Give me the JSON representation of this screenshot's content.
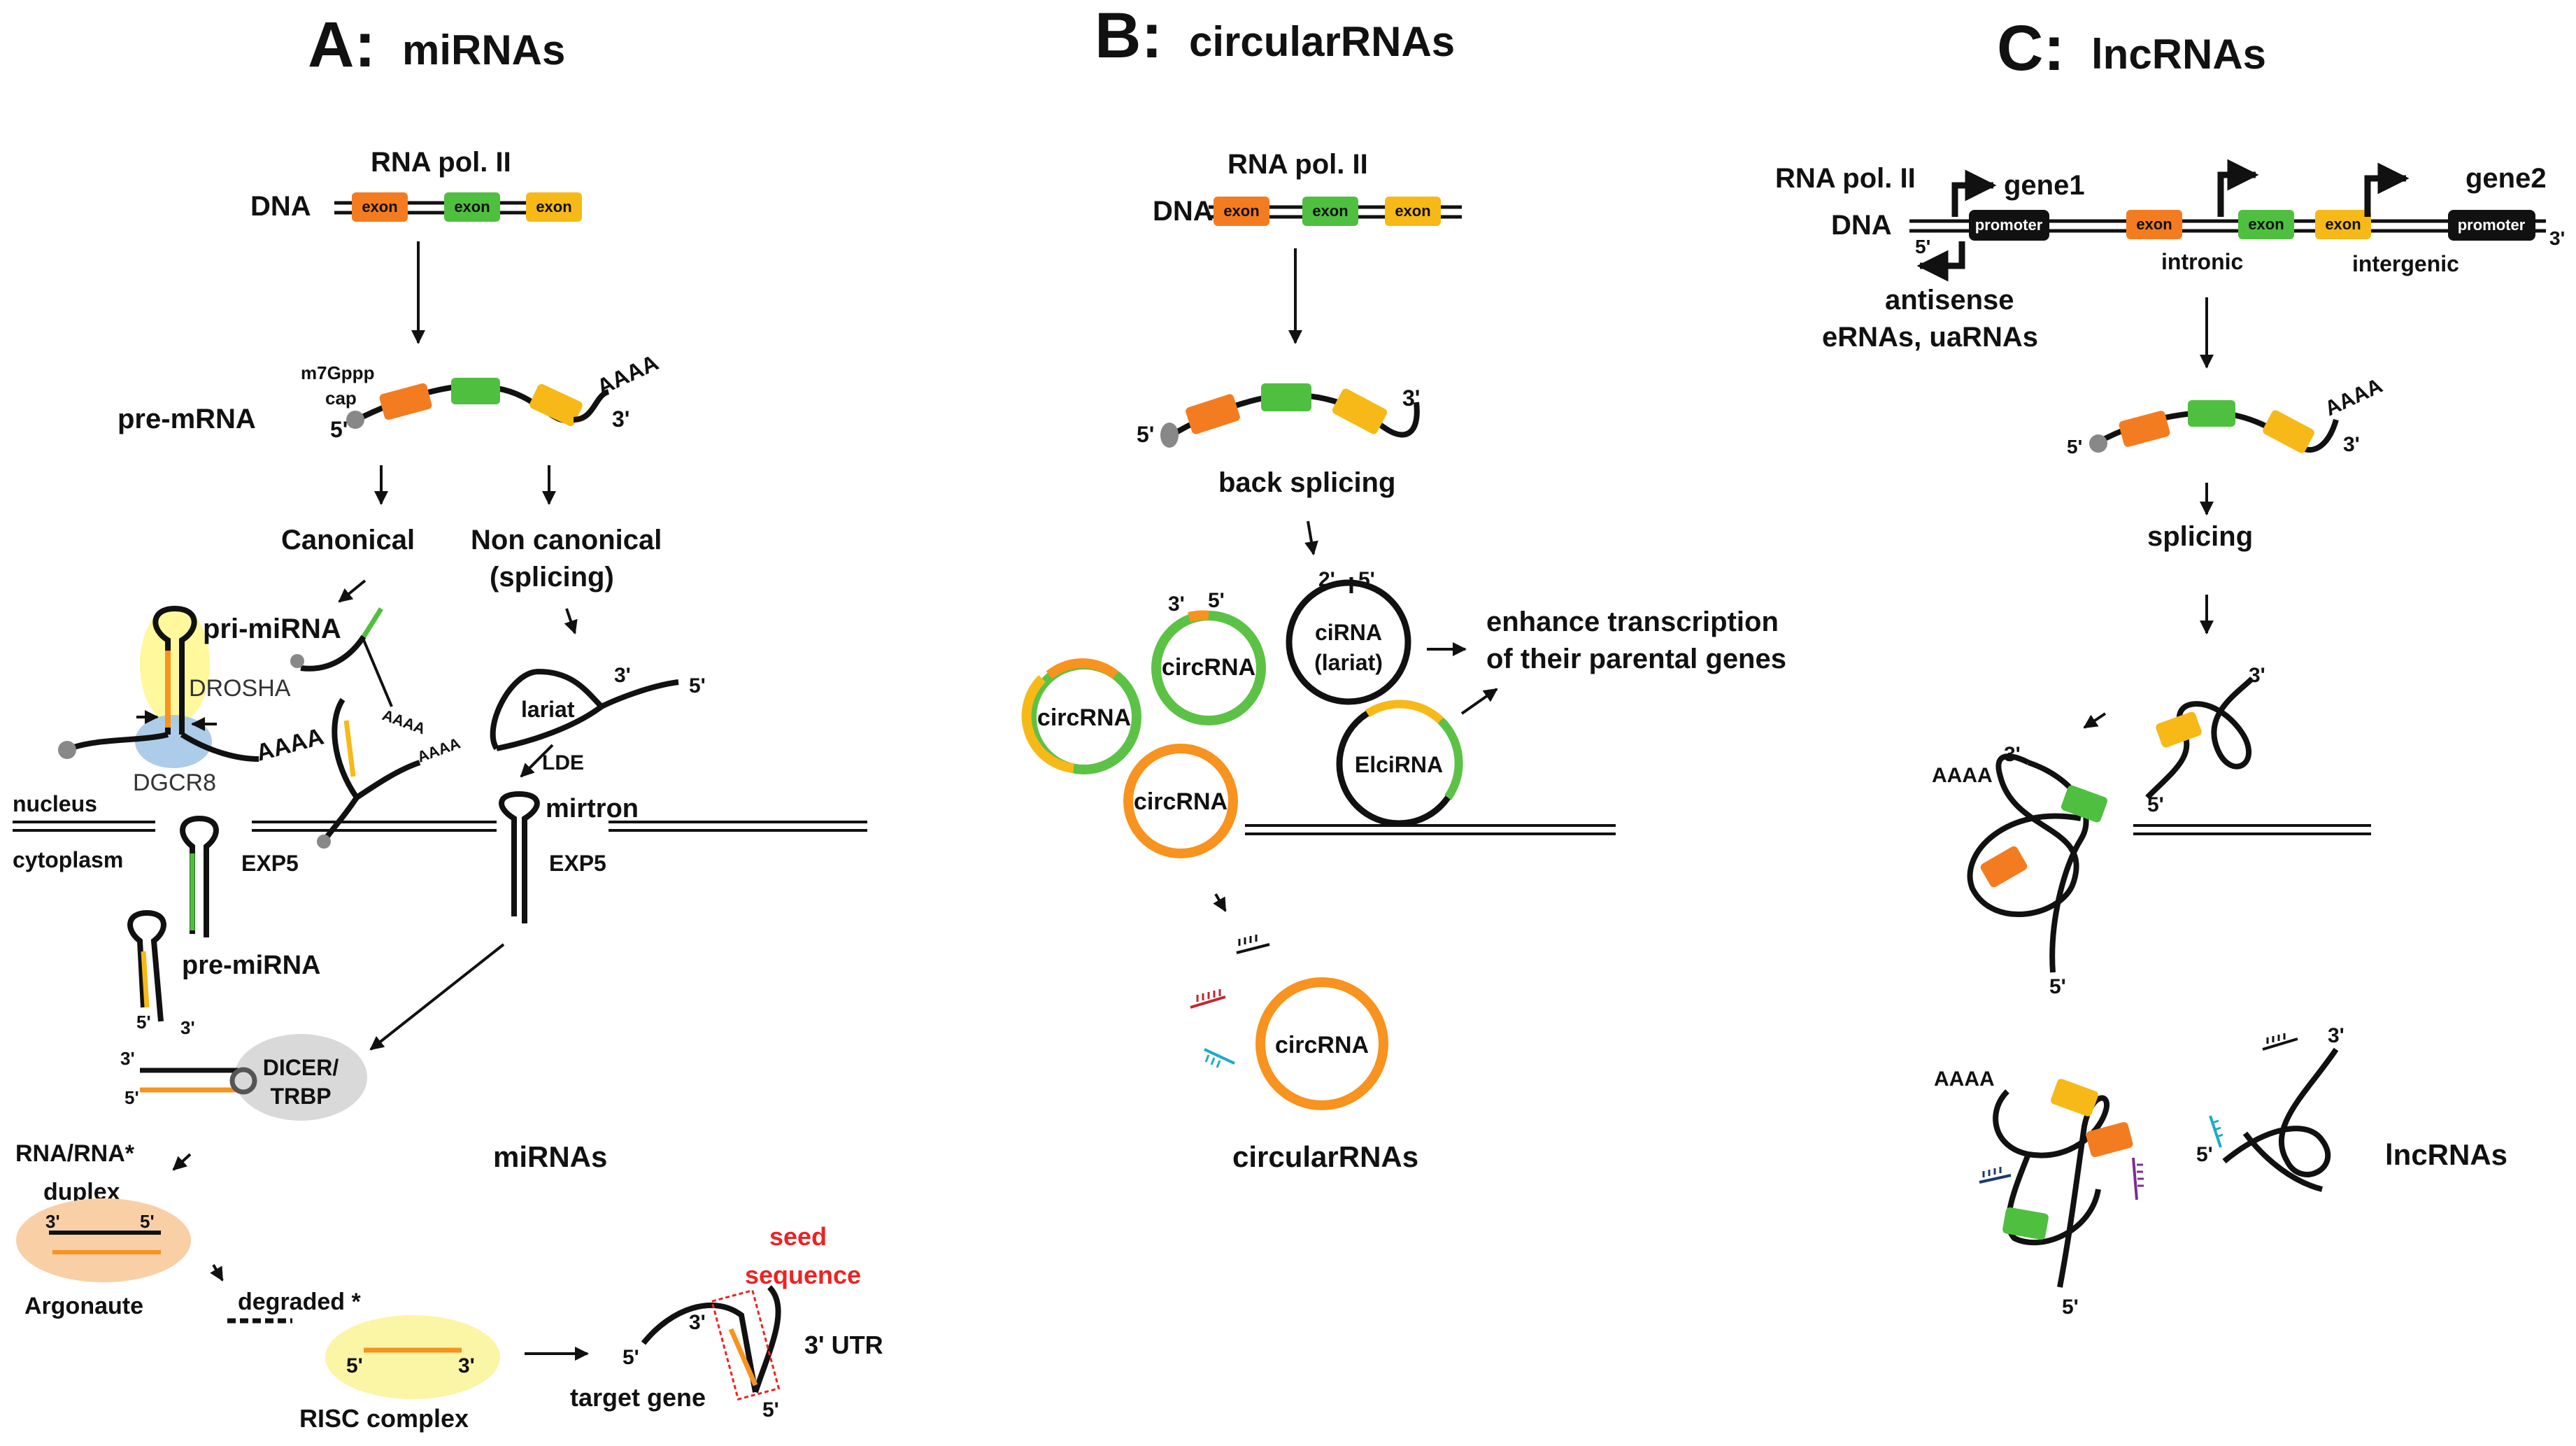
{
  "colors": {
    "exon_orange": "#f47c20",
    "exon_green": "#4fbf3f",
    "exon_yellow": "#f6b918",
    "circ_orange": "#f7931e",
    "circ_green": "#5cc246",
    "promoter": "#111111",
    "argonaute_bg": "#f9cfa6",
    "dicer_bg": "#d9d9d9",
    "drosha_bg": "#fff35c",
    "dgcr8_bg": "#9ec3e6",
    "risc_bg": "#fbf5a6",
    "seed_red": "#ee2222"
  },
  "panel_a": {
    "letter": "A:",
    "title": "miRNAs",
    "rna_pol": "RNA pol. II",
    "dna": "DNA",
    "exon": "exon",
    "cap_line1": "m7Gppp",
    "cap_line2": "cap",
    "pre_mrna": "pre-mRNA",
    "five_prime": "5'",
    "three_prime": "3'",
    "polya": "AAAA",
    "canonical": "Canonical",
    "non_canonical_1": "Non canonical",
    "non_canonical_2": "(splicing)",
    "pri_mirna": "pri-miRNA",
    "drosha": "DROSHA",
    "dgcr8": "DGCR8",
    "lariat": "lariat",
    "lde": "LDE",
    "mirtron": "mirtron",
    "nucleus": "nucleus",
    "cytoplasm": "cytoplasm",
    "exp5": "EXP5",
    "pre_mirna": "pre-miRNA",
    "dicer_1": "DICER/",
    "dicer_2": "TRBP",
    "mirnas": "miRNAs",
    "duplex_1": "RNA/RNA*",
    "duplex_2": "duplex",
    "argonaute": "Argonaute",
    "degraded": "degraded *",
    "risc": "RISC complex",
    "seed_1": "seed",
    "seed_2": "sequence",
    "utr": "3' UTR",
    "target_gene": "target gene"
  },
  "panel_b": {
    "letter": "B:",
    "title": "circularRNAs",
    "rna_pol": "RNA pol. II",
    "dna": "DNA",
    "exon": "exon",
    "five_prime": "5'",
    "three_prime": "3'",
    "two_prime": "2'",
    "back_splicing": "back splicing",
    "circrna": "circRNA",
    "cirna_1": "ciRNA",
    "cirna_2": "(lariat)",
    "elcirna": "ElciRNA",
    "enhance_1": "enhance transcription",
    "enhance_2": "of their parental genes",
    "footer": "circularRNAs"
  },
  "panel_c": {
    "letter": "C:",
    "title": "lncRNAs",
    "rna_pol": "RNA pol. II",
    "dna": "DNA",
    "gene1": "gene1",
    "gene2": "gene2",
    "promoter": "promoter",
    "exon": "exon",
    "intronic": "intronic",
    "intergenic": "intergenic",
    "antisense": "antisense",
    "erna": "eRNAs, uaRNAs",
    "five_prime": "5'",
    "three_prime": "3'",
    "polya": "AAAA",
    "splicing": "splicing",
    "footer": "lncRNAs"
  }
}
